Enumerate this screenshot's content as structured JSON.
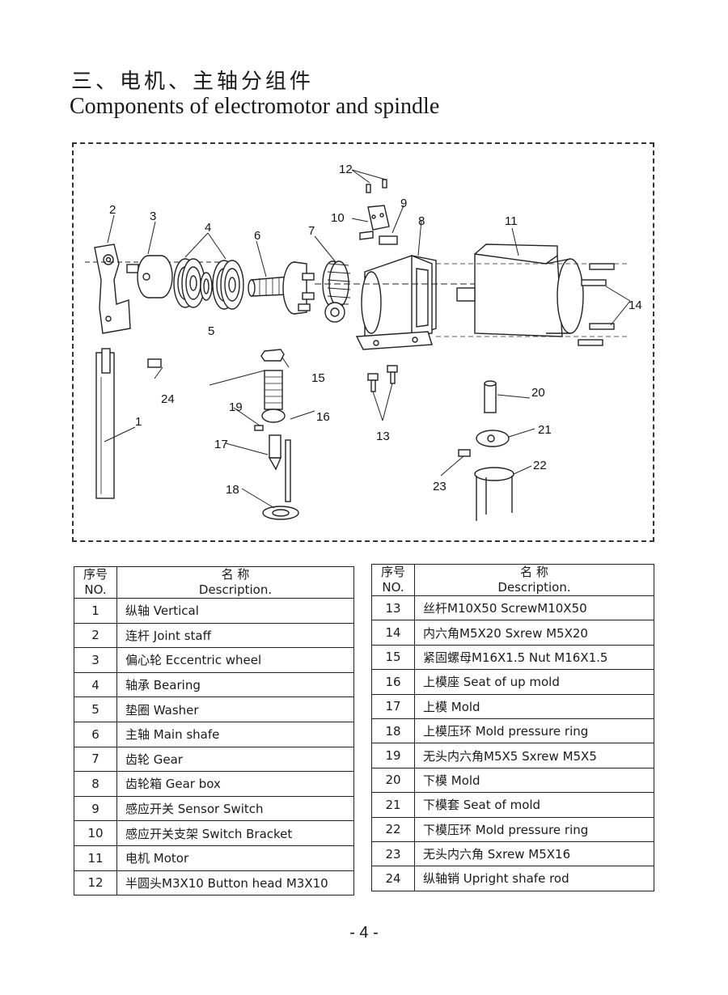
{
  "heading": {
    "title_cn": "三、电机、主轴分组件",
    "title_en": "Components of electromotor and spindle"
  },
  "diagram": {
    "callouts": [
      "1",
      "2",
      "3",
      "4",
      "5",
      "6",
      "7",
      "8",
      "9",
      "10",
      "11",
      "12",
      "13",
      "14",
      "15",
      "16",
      "17",
      "18",
      "19",
      "20",
      "21",
      "22",
      "23",
      "24"
    ]
  },
  "table_left": {
    "header_no_cn": "序号",
    "header_no_en": "NO.",
    "header_desc_cn": "名  称",
    "header_desc_en": "Description.",
    "rows": [
      {
        "no": "1",
        "desc": "纵轴 Vertical"
      },
      {
        "no": "2",
        "desc": "连杆 Joint staff"
      },
      {
        "no": "3",
        "desc": "偏心轮 Eccentric wheel"
      },
      {
        "no": "4",
        "desc": "轴承 Bearing"
      },
      {
        "no": "5",
        "desc": "垫圈 Washer"
      },
      {
        "no": "6",
        "desc": "主轴 Main shafe"
      },
      {
        "no": "7",
        "desc": "齿轮 Gear"
      },
      {
        "no": "8",
        "desc": "齿轮箱 Gear box"
      },
      {
        "no": "9",
        "desc": "感应开关 Sensor Switch"
      },
      {
        "no": "10",
        "desc": "感应开关支架 Switch Bracket"
      },
      {
        "no": "11",
        "desc": "电机 Motor"
      },
      {
        "no": "12",
        "desc": "半圆头M3X10 Button head M3X10"
      }
    ]
  },
  "table_right": {
    "header_no_cn": "序号",
    "header_no_en": "NO.",
    "header_desc_cn": "名  称",
    "header_desc_en": "Description.",
    "rows": [
      {
        "no": "13",
        "desc": "丝杆M10X50 ScrewM10X50"
      },
      {
        "no": "14",
        "desc": "内六角M5X20 Sxrew M5X20"
      },
      {
        "no": "15",
        "desc": "紧固螺母M16X1.5 Nut M16X1.5"
      },
      {
        "no": "16",
        "desc": "上模座 Seat of up mold"
      },
      {
        "no": "17",
        "desc": "上模 Mold"
      },
      {
        "no": "18",
        "desc": "上模压环 Mold pressure ring"
      },
      {
        "no": "19",
        "desc": "无头内六角M5X5 Sxrew M5X5"
      },
      {
        "no": "20",
        "desc": "下模 Mold"
      },
      {
        "no": "21",
        "desc": "下模套 Seat of mold"
      },
      {
        "no": "22",
        "desc": "下模压环 Mold pressure ring"
      },
      {
        "no": "23",
        "desc": "无头内六角 Sxrew M5X16"
      },
      {
        "no": "24",
        "desc": "纵轴销 Upright shafe rod"
      }
    ]
  },
  "page_number": "- 4 -"
}
